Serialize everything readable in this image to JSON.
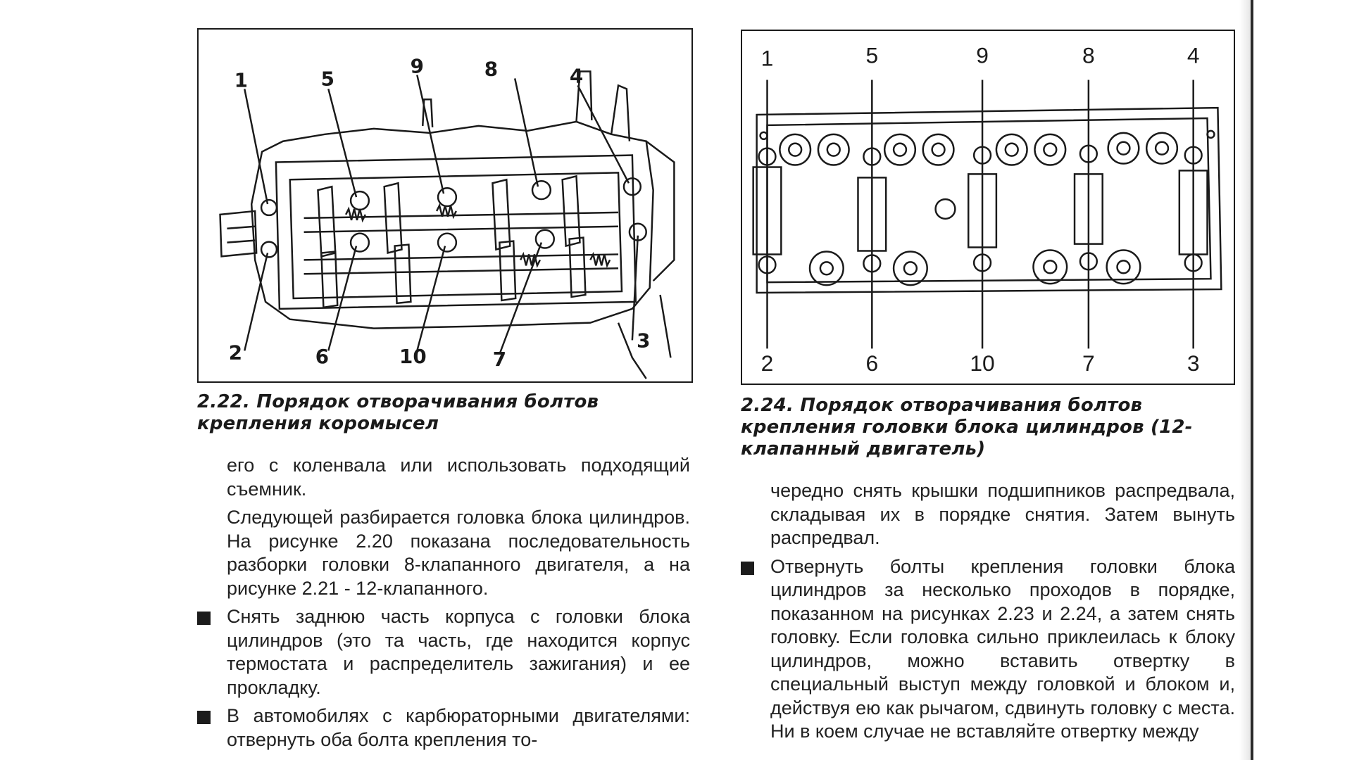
{
  "figures": {
    "left": {
      "number_labels": [
        "1",
        "5",
        "9",
        "8",
        "4",
        "2",
        "6",
        "10",
        "7",
        "3"
      ]
    },
    "right": {
      "number_labels": [
        "1",
        "5",
        "9",
        "8",
        "4",
        "2",
        "6",
        "10",
        "7",
        "3"
      ]
    }
  },
  "captions": {
    "left": "2.22. Порядок отворачивания болтов крепления коромысел",
    "right": "2.24. Порядок отворачивания болтов крепления головки блока цилиндров (12-клапанный двигатель)"
  },
  "left_column": {
    "p1": "его с коленвала или использовать подходящий съемник.",
    "p2": "Следующей разбирается головка блока цилиндров. На рисунке 2.20 показана последовательность разборки головки 8-клапанного двигателя, а на рисунке 2.21 - 12-клапанного.",
    "b1": "Снять заднюю часть корпуса с головки блока цилиндров (это та часть, где находится корпус термостата и распределитель зажигания) и ее прокладку.",
    "b2": "В автомобилях с карбюраторными двигателями: отвернуть оба болта крепления то-"
  },
  "right_column": {
    "p1": "чередно снять крышки подшипников распредвала, складывая их в порядке снятия. Затем вынуть распредвал.",
    "b1": "Отвернуть болты крепления головки блока цилиндров за несколько проходов в порядке, показанном на рисунках 2.23 и 2.24, а затем снять головку. Если головка сильно приклеилась к блоку цилиндров, можно вставить отвертку в специальный выступ между головкой и блоком и, действуя ею как рычагом, сдвинуть головку с места. Ни в коем случае не вставляйте отвертку между"
  }
}
